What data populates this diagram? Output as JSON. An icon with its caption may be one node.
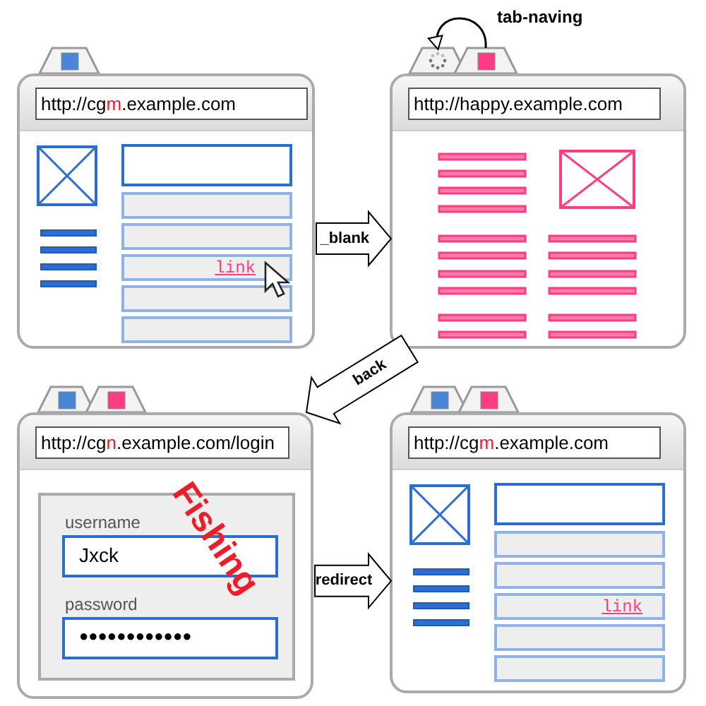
{
  "diagram": {
    "nodes": [
      {
        "text": [],
        "shape": "tab"
      },
      {
        "text": [
          "http://cg**m**.example.com",
          "link"
        ]
      },
      {
        "text": [],
        "shape": "tab"
      },
      {
        "text": [],
        "shape": "tab"
      },
      {
        "text": [
          "http://happy.example.com"
        ]
      },
      {
        "text": [],
        "shape": "tab"
      },
      {
        "text": [],
        "shape": "tab"
      },
      {
        "text": [
          "http://cg**n**.example.com/login"
        ]
      },
      {
        "text": [
          "username",
          "Jxck",
          "password",
          "●●●●●●●●●●●●",
          "Fishing"
        ],
        "in": 7
      },
      {
        "text": [],
        "shape": "tab"
      },
      {
        "text": [],
        "shape": "tab"
      },
      {
        "text": [
          "http://cg**m**.example.com",
          "link"
        ]
      }
    ],
    "edges": [
      {
        "from": 1,
        "to": 4,
        "arrow": "to",
        "label": "_blank"
      },
      {
        "from": 3,
        "to": 2,
        "arrow": "to",
        "label": "tab-naving"
      },
      {
        "from": 4,
        "to": 7,
        "arrow": "to",
        "label": "back"
      },
      {
        "from": 7,
        "to": 11,
        "arrow": "to",
        "label": "redirect"
      }
    ]
  }
}
